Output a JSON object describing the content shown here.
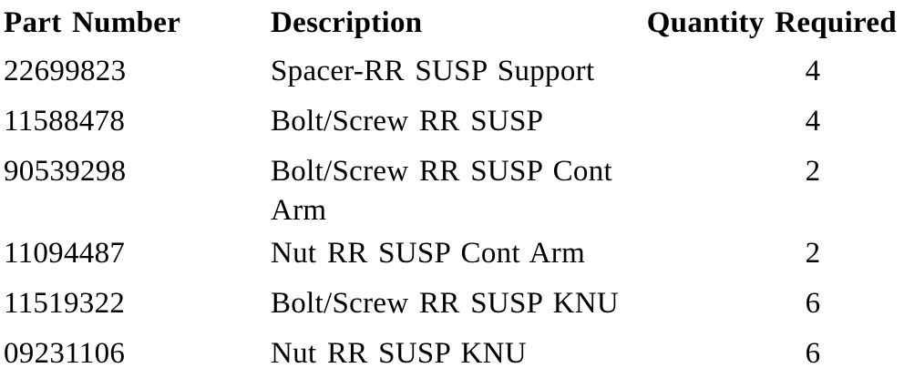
{
  "document": {
    "type": "parts-list-table",
    "colors": {
      "background": "#ffffff",
      "text": "#000000"
    },
    "table": {
      "columns": [
        "Part Number",
        "Description",
        "Quantity Required"
      ],
      "rows": [
        {
          "part_number": "22699823",
          "description": "Spacer-RR SUSP Support",
          "quantity": "4"
        },
        {
          "part_number": "11588478",
          "description": "Bolt/Screw RR SUSP",
          "quantity": "4"
        },
        {
          "part_number": "90539298",
          "description": "Bolt/Screw RR SUSP Cont Arm",
          "quantity": "2"
        },
        {
          "part_number": "11094487",
          "description": "Nut RR SUSP Cont Arm",
          "quantity": "2"
        },
        {
          "part_number": "11519322",
          "description": "Bolt/Screw RR SUSP KNU",
          "quantity": "6"
        },
        {
          "part_number": "09231106",
          "description": "Nut RR SUSP KNU",
          "quantity": "6"
        }
      ]
    }
  }
}
